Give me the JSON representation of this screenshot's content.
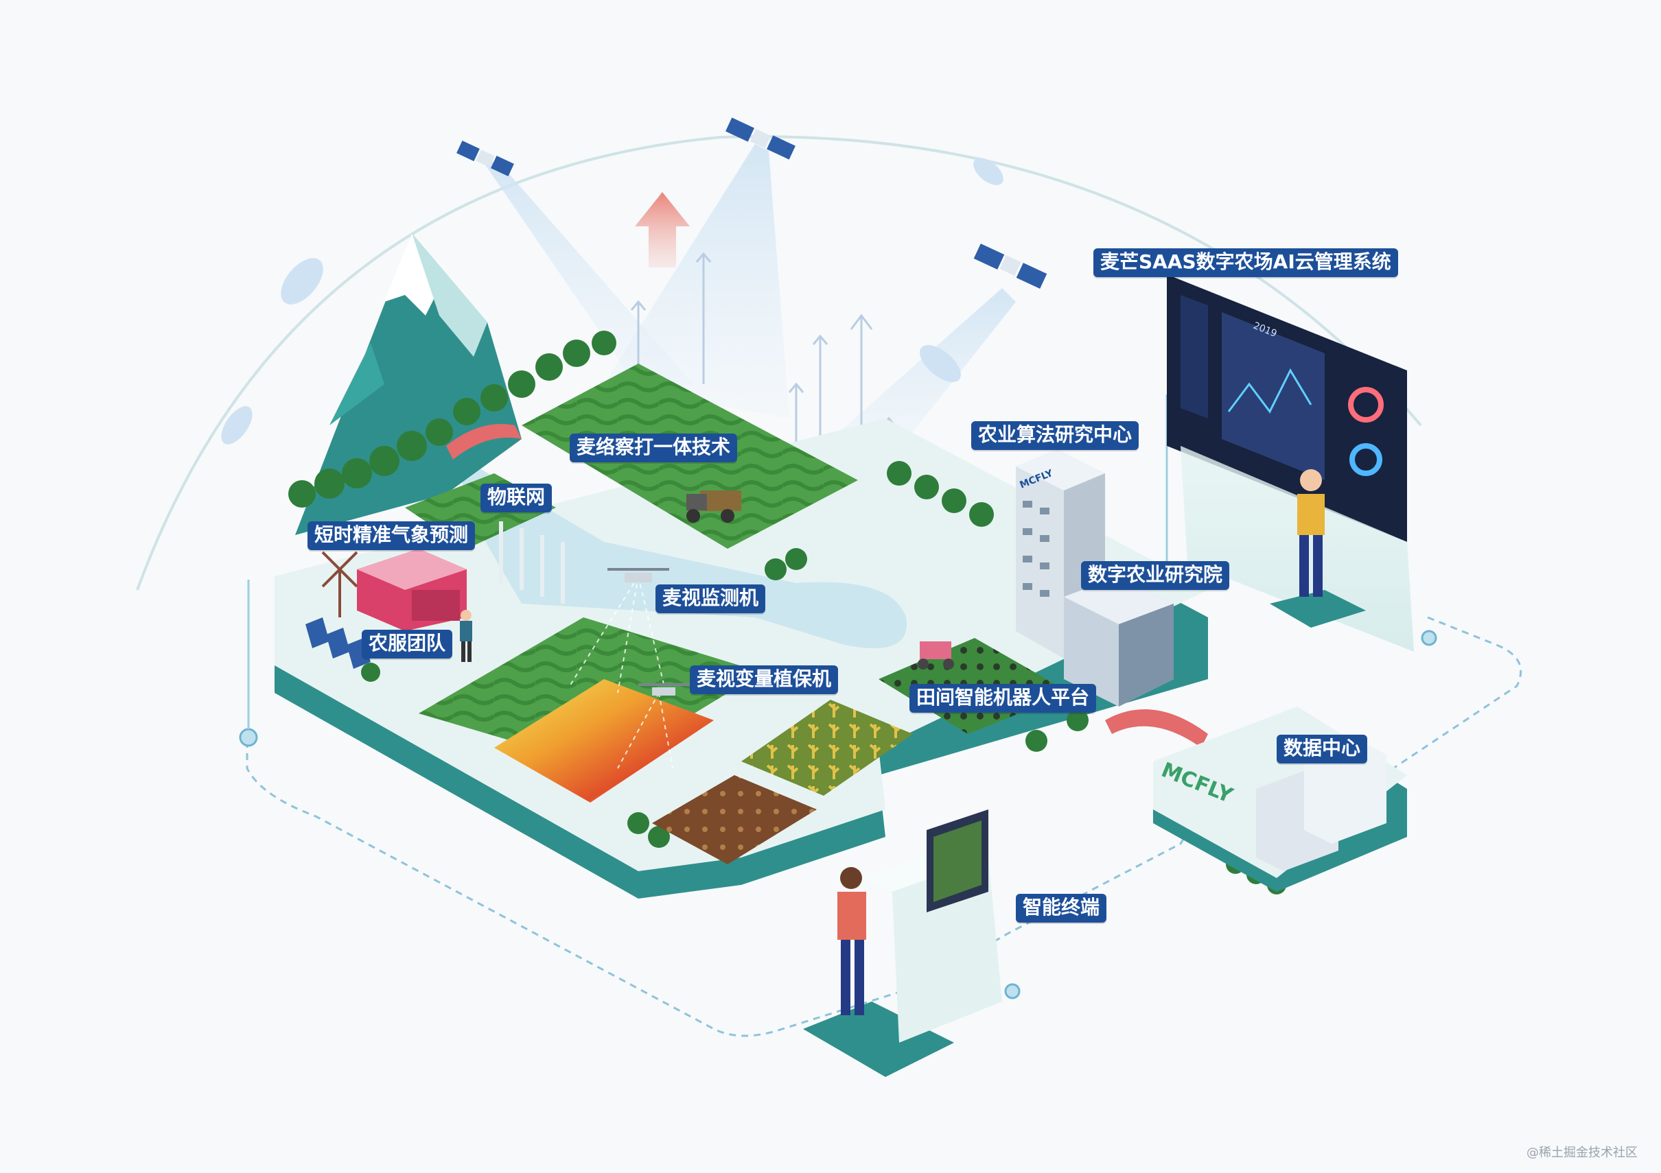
{
  "labels": {
    "saas_system": "麦芒SAAS数字农场AI云管理系统",
    "spray_tech": "麦络察打一体技术",
    "iot": "物联网",
    "weather": "短时精准气象预测",
    "monitor_drone": "麦视监测机",
    "service_team": "农服团队",
    "variable_sprayer": "麦视变量植保机",
    "algorithm_center": "农业算法研究中心",
    "digital_institute": "数字农业研究院",
    "field_robot": "田间智能机器人平台",
    "data_center": "数据中心",
    "smart_terminal": "智能终端"
  },
  "building_sign": "MCFLY",
  "brand_logo": "MCFLY",
  "screen_year": "2019",
  "watermark": "@稀土掘金技术社区",
  "colors": {
    "label_bg": "#1d4f99",
    "field_green": "#4fa04a",
    "platform_teal": "#2f8f8c",
    "water": "#cbe6ef",
    "screen_dark": "#17233f",
    "arrow_red": "#e9857a"
  }
}
